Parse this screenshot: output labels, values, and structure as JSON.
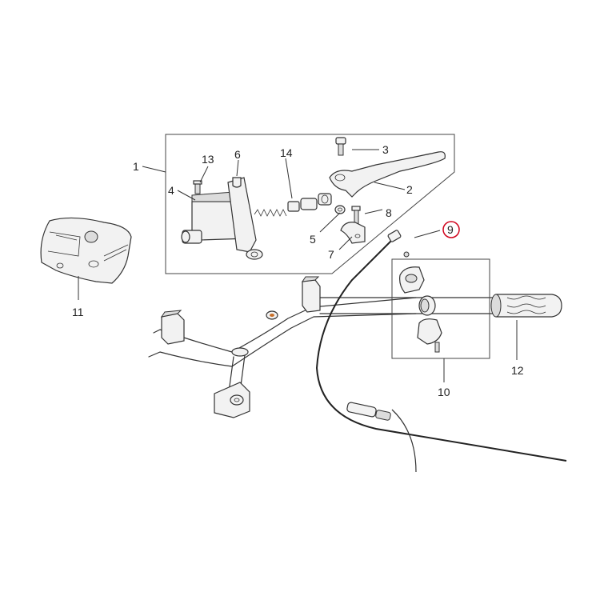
{
  "callouts": [
    {
      "id": "1",
      "text": "1"
    },
    {
      "id": "2",
      "text": "2"
    },
    {
      "id": "3",
      "text": "3"
    },
    {
      "id": "4",
      "text": "4"
    },
    {
      "id": "5",
      "text": "5"
    },
    {
      "id": "6",
      "text": "6"
    },
    {
      "id": "7",
      "text": "7"
    },
    {
      "id": "8",
      "text": "8"
    },
    {
      "id": "9",
      "text": "9",
      "highlighted": true
    },
    {
      "id": "10",
      "text": "10"
    },
    {
      "id": "11",
      "text": "11"
    },
    {
      "id": "12",
      "text": "12"
    },
    {
      "id": "13",
      "text": "13"
    },
    {
      "id": "14",
      "text": "14"
    }
  ],
  "highlight_color": "#d0021b",
  "line_color": "#333333"
}
